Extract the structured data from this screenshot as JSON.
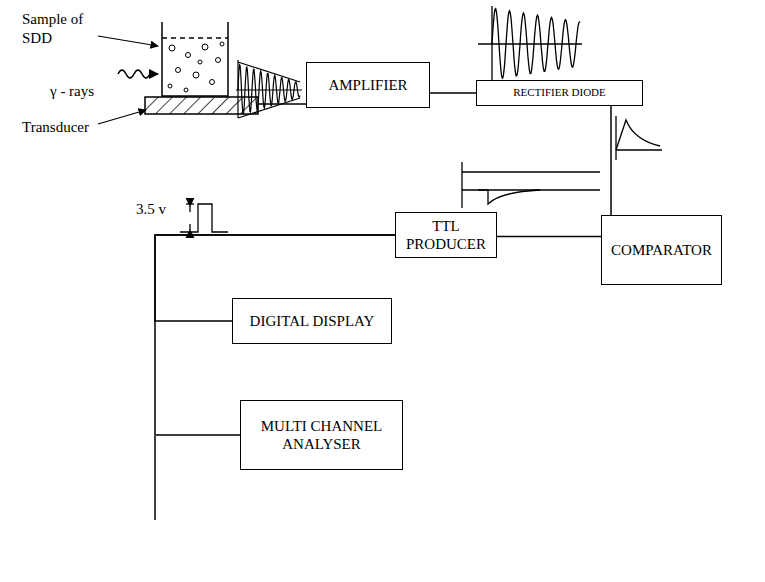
{
  "diagram": {
    "nodes": [
      {
        "text": [
          "AMPLIFIER"
        ]
      },
      {
        "text": [
          "RECTIFIER DIODE"
        ]
      },
      {
        "text": [
          "COMPARATOR"
        ]
      },
      {
        "text": [
          "TTL PRODUCER"
        ]
      },
      {
        "text": [
          "DIGITAL DISPLAY"
        ]
      },
      {
        "text": [
          "MULTI CHANNEL ANALYSER"
        ]
      }
    ],
    "edges": [
      {
        "from": 0,
        "to": 1,
        "arrow": "none"
      },
      {
        "from": 1,
        "to": 2,
        "arrow": "none"
      },
      {
        "from": 2,
        "to": 3,
        "arrow": "none"
      },
      {
        "from": 3,
        "to": 4,
        "arrow": "none"
      },
      {
        "from": 3,
        "to": 5,
        "arrow": "none"
      }
    ],
    "labels": [
      "Sample of SDD",
      "γ - rays",
      "Transducer",
      "3.5 v"
    ]
  }
}
